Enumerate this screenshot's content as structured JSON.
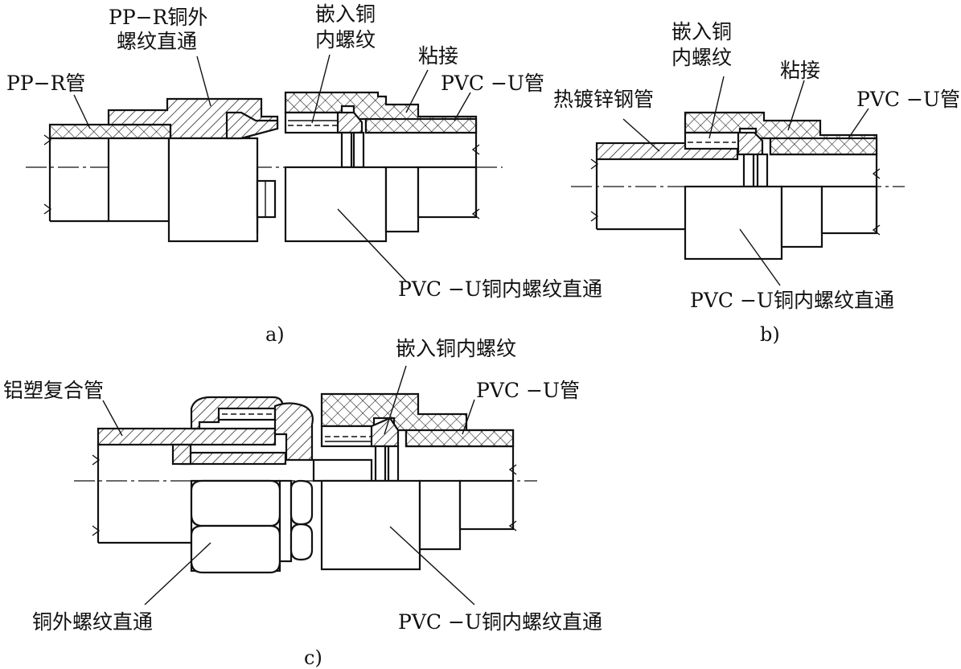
{
  "figure": {
    "a": {
      "caption": "a)",
      "labels": {
        "ppr_pipe": "PP−R管",
        "ppr_union_line1": "PP−R铜外",
        "ppr_union_line2": "螺纹直通",
        "insert_line1": "嵌入铜",
        "insert_line2": "内螺纹",
        "bond": "粘接",
        "pvc_pipe": "PVC −U管",
        "pvc_union": "PVC −U铜内螺纹直通"
      }
    },
    "b": {
      "caption": "b)",
      "labels": {
        "galv_pipe": "热镀锌钢管",
        "insert_line1": "嵌入铜",
        "insert_line2": "内螺纹",
        "bond": "粘接",
        "pvc_pipe": "PVC −U管",
        "pvc_union": "PVC −U铜内螺纹直通"
      }
    },
    "c": {
      "caption": "c)",
      "labels": {
        "insert": "嵌入铜内螺纹",
        "alu_pipe": "铝塑复合管",
        "pvc_pipe": "PVC −U管",
        "copper_union": "铜外螺纹直通",
        "pvc_union": "PVC −U铜内螺纹直通"
      }
    }
  },
  "icons": [
    "pipe-section-a",
    "pipe-section-b",
    "pipe-section-c"
  ]
}
